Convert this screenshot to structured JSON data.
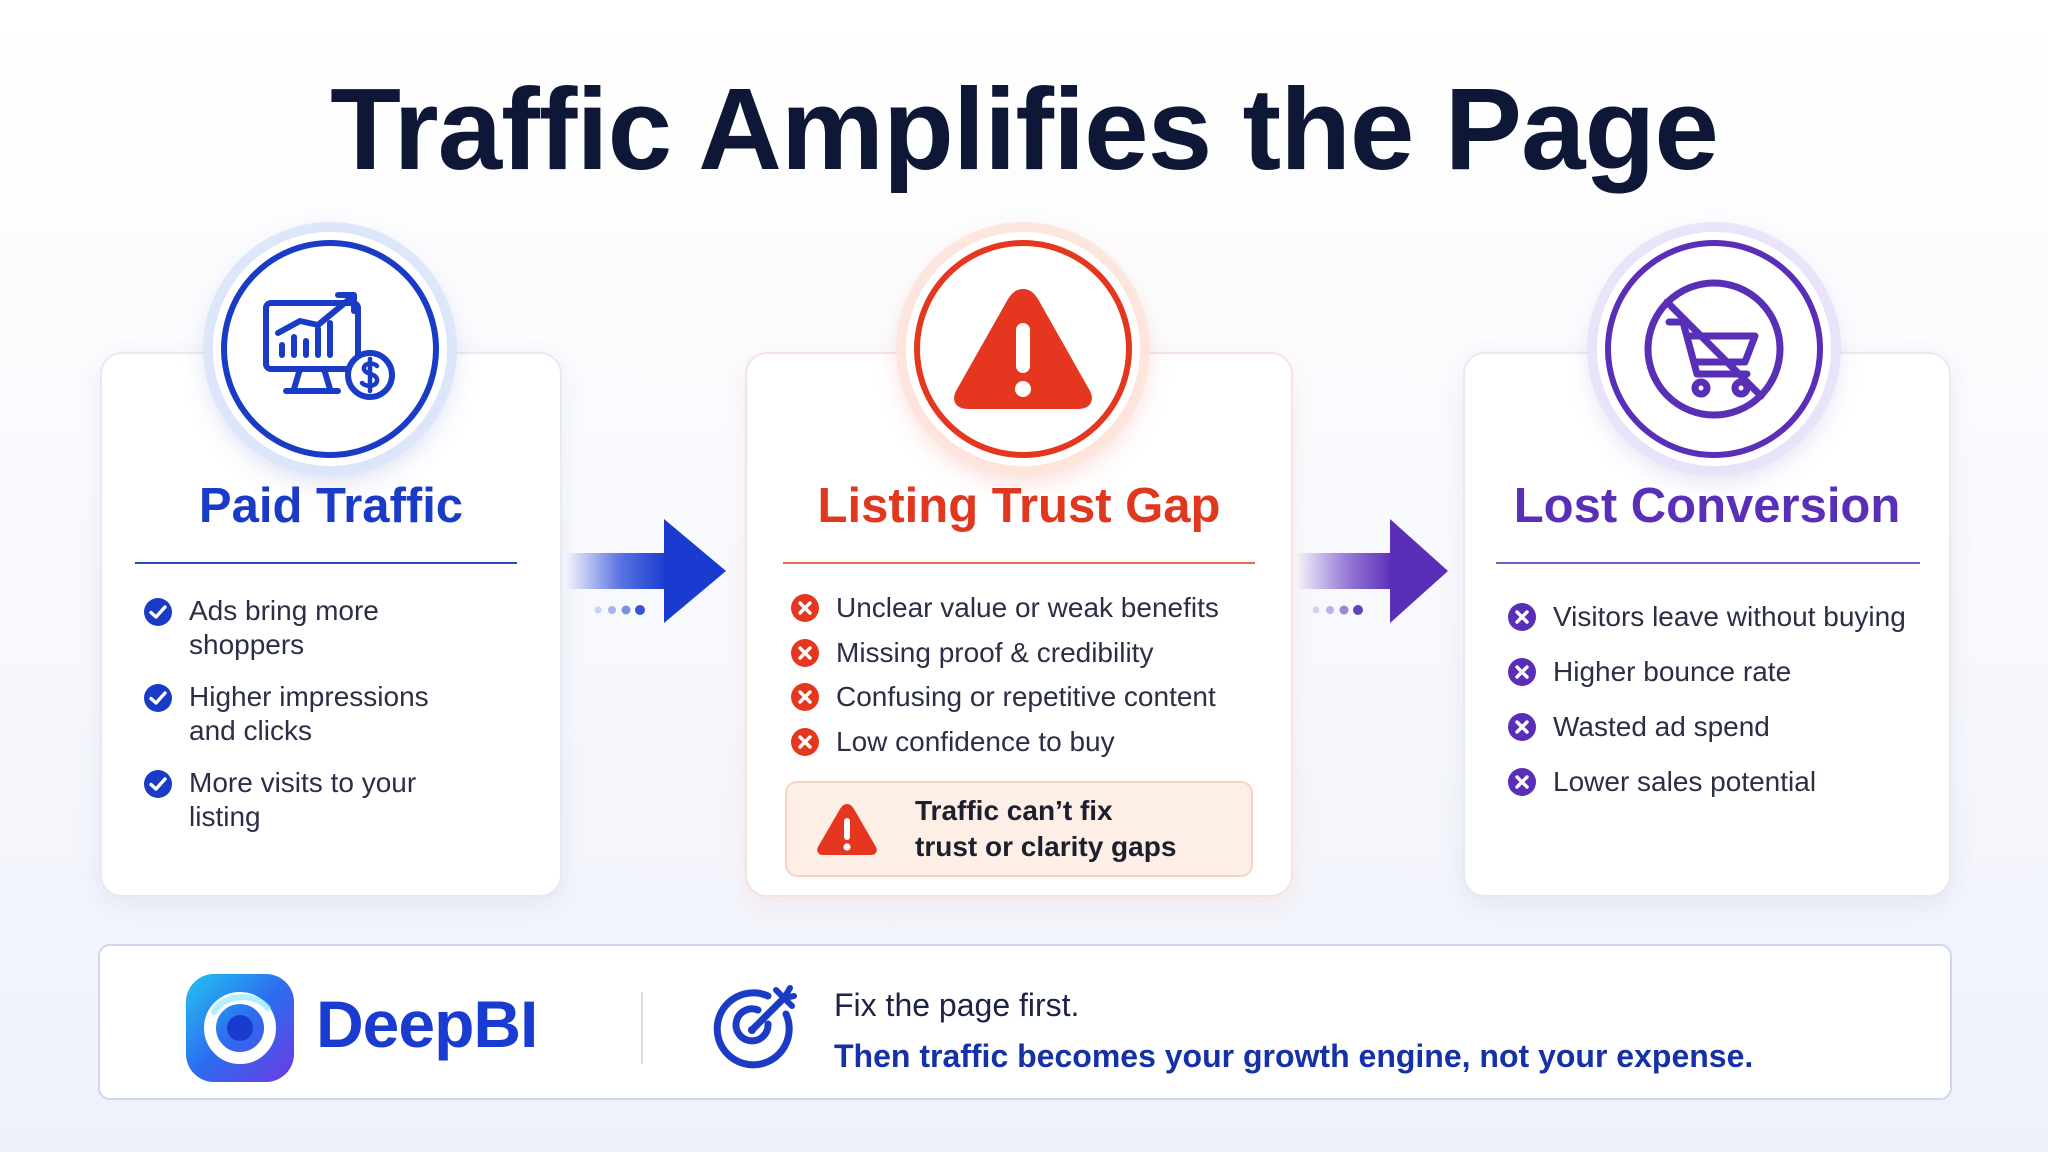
{
  "title": "Traffic Amplifies the Page",
  "colors": {
    "blue": "#1a3bc6",
    "red": "#e5371f",
    "purple": "#5a2fb8",
    "navy": "#0f1736"
  },
  "steps": [
    {
      "heading": "Paid Traffic",
      "icon": "traffic-chart-icon",
      "items": [
        "Ads bring more shoppers",
        "Higher impressions and clicks",
        "More visits to your listing"
      ],
      "item_icon": "check-circle-icon"
    },
    {
      "heading": "Listing Trust Gap",
      "icon": "warning-triangle-icon",
      "items": [
        "Unclear value or weak benefits",
        "Missing proof & credibility",
        "Confusing or repetitive content",
        "Low confidence to buy"
      ],
      "item_icon": "x-circle-icon",
      "callout": {
        "line1": "Traffic can’t fix",
        "line2": "trust or clarity gaps"
      }
    },
    {
      "heading": "Lost Conversion",
      "icon": "no-cart-icon",
      "items": [
        "Visitors leave without buying",
        "Higher bounce rate",
        "Wasted ad spend",
        "Lower sales potential"
      ],
      "item_icon": "x-circle-icon"
    }
  ],
  "footer": {
    "brand": "DeepBI",
    "line1": "Fix the page first.",
    "line2": "Then traffic becomes your growth engine, not your expense."
  }
}
